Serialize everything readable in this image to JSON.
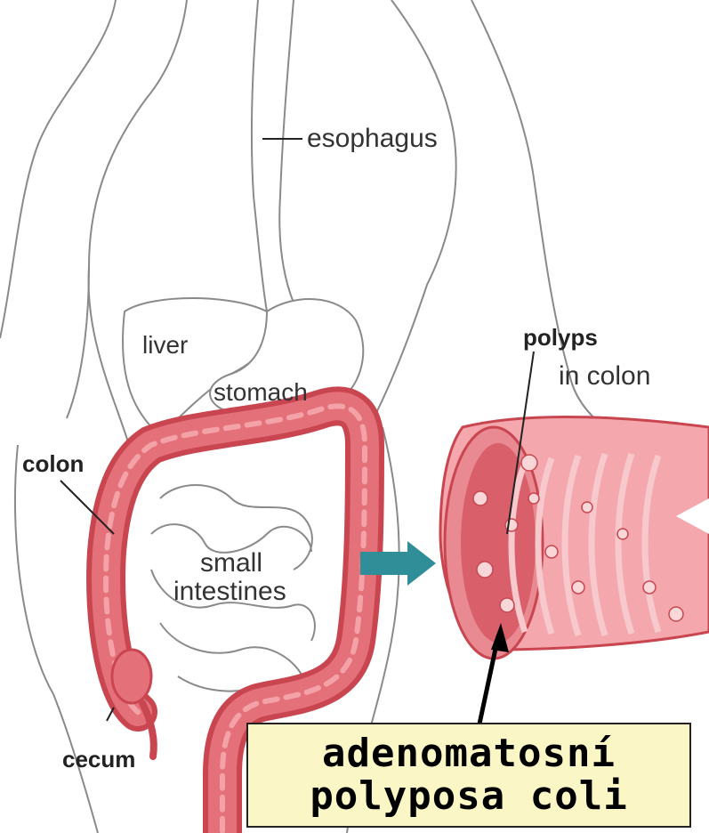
{
  "diagram": {
    "labels": {
      "esophagus": "esophagus",
      "liver": "liver",
      "stomach": "stomach",
      "colon": "colon",
      "small_intestines_line1": "small",
      "small_intestines_line2": "intestines",
      "cecum": "cecum",
      "polyps": "polyps",
      "in_colon": "in colon"
    },
    "caption": {
      "line1": "adenomatosní",
      "line2": "polyposa coli"
    },
    "colors": {
      "outline": "#8a8a8a",
      "colon_fill": "#e4707a",
      "colon_dark": "#c94650",
      "arrow": "#2f8e97",
      "caption_bg": "#fbf6c5"
    }
  }
}
